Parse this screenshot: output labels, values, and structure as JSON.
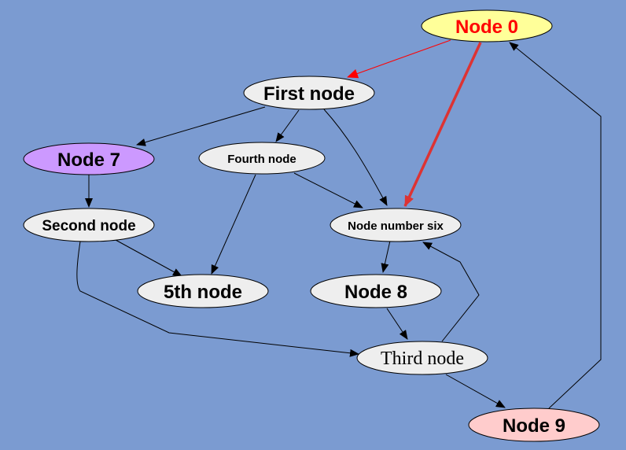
{
  "diagram": {
    "background": "#7b9bd1",
    "nodes": [
      {
        "id": "node-0",
        "label": "Node 0",
        "fill": "#ffff99",
        "text_color": "#ff0000"
      },
      {
        "id": "first-node",
        "label": "First node",
        "fill": "#eeeeee",
        "text_color": "#000000"
      },
      {
        "id": "node-7",
        "label": "Node 7",
        "fill": "#cc99ff",
        "text_color": "#000000"
      },
      {
        "id": "fourth-node",
        "label": "Fourth node",
        "fill": "#eeeeee",
        "text_color": "#000000"
      },
      {
        "id": "node-number-six",
        "label": "Node number six",
        "fill": "#eeeeee",
        "text_color": "#000000"
      },
      {
        "id": "second-node",
        "label": "Second node",
        "fill": "#eeeeee",
        "text_color": "#000000"
      },
      {
        "id": "fifth-node",
        "label": "5th node",
        "fill": "#eeeeee",
        "text_color": "#000000"
      },
      {
        "id": "node-8",
        "label": "Node 8",
        "fill": "#eeeeee",
        "text_color": "#000000"
      },
      {
        "id": "third-node",
        "label": "Third node",
        "fill": "#eeeeee",
        "text_color": "#000000"
      },
      {
        "id": "node-9",
        "label": "Node 9",
        "fill": "#ffcccc",
        "text_color": "#000000"
      }
    ],
    "edges": [
      {
        "from": "node-0",
        "to": "first-node",
        "color": "#ff0000"
      },
      {
        "from": "node-0",
        "to": "node-number-six",
        "color": "#dd3333"
      },
      {
        "from": "first-node",
        "to": "node-7",
        "color": "#000000"
      },
      {
        "from": "first-node",
        "to": "fourth-node",
        "color": "#000000"
      },
      {
        "from": "first-node",
        "to": "node-number-six",
        "color": "#000000"
      },
      {
        "from": "fourth-node",
        "to": "node-number-six",
        "color": "#000000"
      },
      {
        "from": "fourth-node",
        "to": "fifth-node",
        "color": "#000000"
      },
      {
        "from": "node-7",
        "to": "second-node",
        "color": "#000000"
      },
      {
        "from": "second-node",
        "to": "fifth-node",
        "color": "#000000"
      },
      {
        "from": "second-node",
        "to": "third-node",
        "color": "#000000"
      },
      {
        "from": "node-number-six",
        "to": "node-8",
        "color": "#000000"
      },
      {
        "from": "node-8",
        "to": "third-node",
        "color": "#000000"
      },
      {
        "from": "third-node",
        "to": "node-number-six",
        "color": "#000000"
      },
      {
        "from": "third-node",
        "to": "node-9",
        "color": "#000000"
      },
      {
        "from": "node-9",
        "to": "node-0",
        "color": "#000000"
      }
    ]
  }
}
